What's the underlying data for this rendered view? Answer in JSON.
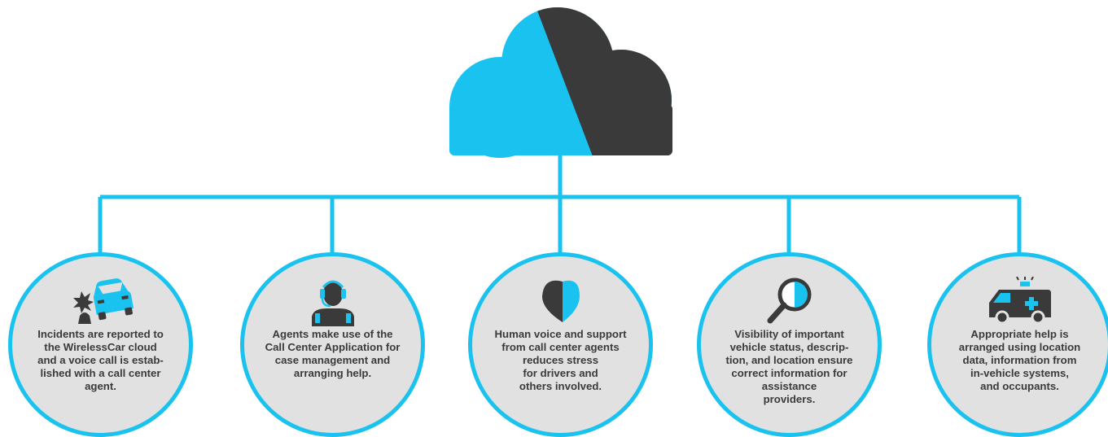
{
  "colors": {
    "accent": "#1ac3ef",
    "dark": "#3a3a3a",
    "circle_fill": "#e1e1e1",
    "text": "#3a3a3a"
  },
  "cloud": {
    "icon": "cloud-icon"
  },
  "nodes": [
    {
      "icon": "car-crash-icon",
      "text": "Incidents are reported to\nthe WirelessCar cloud\nand a voice call is estab-\nlished with a call center\nagent."
    },
    {
      "icon": "call-agent-headset-icon",
      "text": "Agents make use of the\nCall Center Application for\ncase management and\narranging help."
    },
    {
      "icon": "heart-icon",
      "text": "Human voice and support\nfrom call center agents\nreduces stress\nfor drivers and\nothers involved."
    },
    {
      "icon": "magnifying-glass-icon",
      "text": "Visibility of important\nvehicle status, descrip-\ntion, and location ensure\ncorrect information for\nassistance\nproviders."
    },
    {
      "icon": "ambulance-icon",
      "text": "Appropriate help is\narranged using location\ndata, information from\nin-vehicle systems,\nand occupants."
    }
  ]
}
